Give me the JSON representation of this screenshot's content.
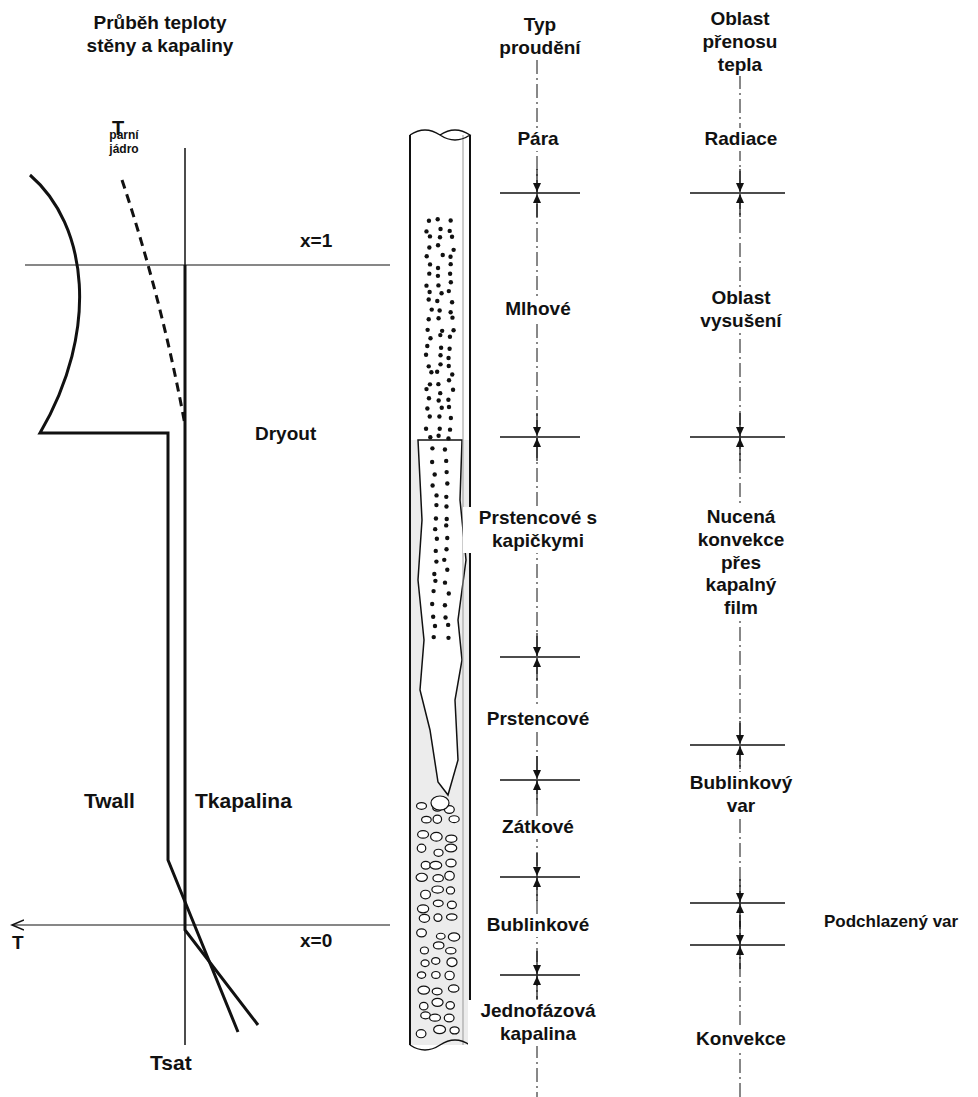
{
  "diagram": {
    "labels": [
      "Průběh teploty stěny a kapaliny",
      "Typ proudění",
      "Oblast přenosu tepla",
      "T",
      "parní jádro",
      "x=1",
      "Dryout",
      "Twall",
      "Tkapalina",
      "x=0",
      "T",
      "Tsat",
      "Pára",
      "Mlhové",
      "Prstencové s kapičkymi",
      "Prstencové",
      "Zátkové",
      "Bublinkové",
      "Jednofázová kapalina",
      "Radiace",
      "Oblast vysušení",
      "Nucená konvekce přes kapalný film",
      "Bublinkový var",
      "Podchlazený var",
      "Konvekce"
    ]
  }
}
